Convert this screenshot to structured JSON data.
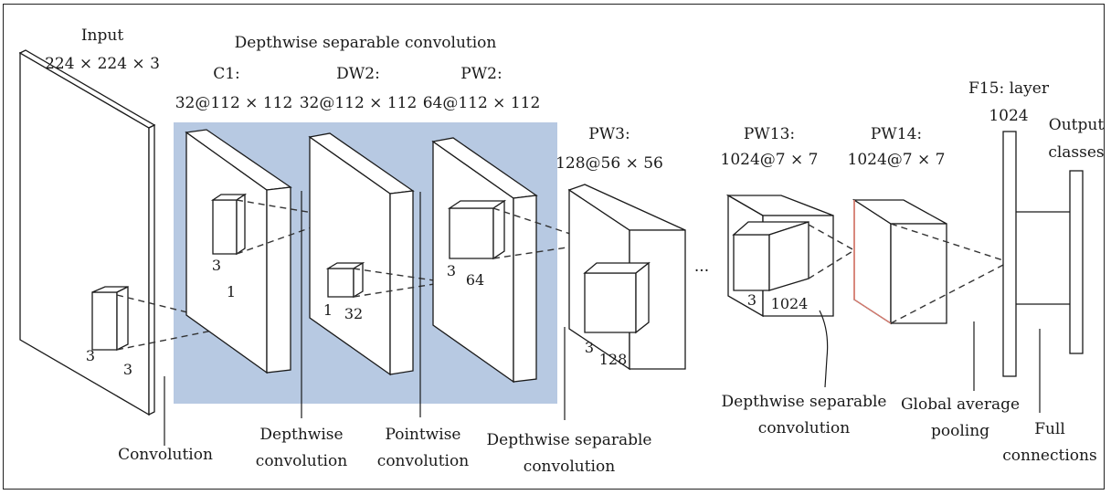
{
  "diagram": {
    "title": "Depthwise separable convolution",
    "input": {
      "name": "Input",
      "dims": "224 × 224 × 3"
    },
    "layers": [
      {
        "id": "c1",
        "name": "C1:",
        "dims": "32@112 × 112"
      },
      {
        "id": "dw2",
        "name": "DW2:",
        "dims": "32@112 × 112"
      },
      {
        "id": "pw2",
        "name": "PW2:",
        "dims": "64@112 × 112"
      },
      {
        "id": "pw3",
        "name": "PW3:",
        "dims": "128@56 × 56"
      },
      {
        "id": "pw13",
        "name": "PW13:",
        "dims": "1024@7 × 7"
      },
      {
        "id": "pw14",
        "name": "PW14:",
        "dims": "1024@7 × 7"
      }
    ],
    "f15": {
      "name": "F15: layer",
      "dims": "1024"
    },
    "output": {
      "line1": "Output",
      "line2": "classes"
    },
    "ellipsis": "···",
    "kernel_labels": {
      "input_k1": "3",
      "input_k2": "3",
      "c1_k1": "3",
      "c1_k2": "1",
      "dw2_k1": "1",
      "dw2_k2": "32",
      "pw2_k1": "3",
      "pw2_k2": "64",
      "pw3_k1": "3",
      "pw3_k2": "128",
      "pw13_k1": "3",
      "pw13_k2": "1024"
    },
    "bottom_labels": {
      "convolution": "Convolution",
      "depthwise_1": "Depthwise",
      "depthwise_2": "convolution",
      "pointwise_1": "Pointwise",
      "pointwise_2": "convolution",
      "dws1_1": "Depthwise separable",
      "dws1_2": "convolution",
      "dws2_1": "Depthwise separable",
      "dws2_2": "convolution",
      "gap_1": "Global average",
      "gap_2": "pooling",
      "fc_1": "Full",
      "fc_2": "connections"
    },
    "colors": {
      "highlight": "#b7c9e2",
      "pw14_edge": "#e07b6e",
      "line": "#1a1a1a"
    }
  }
}
